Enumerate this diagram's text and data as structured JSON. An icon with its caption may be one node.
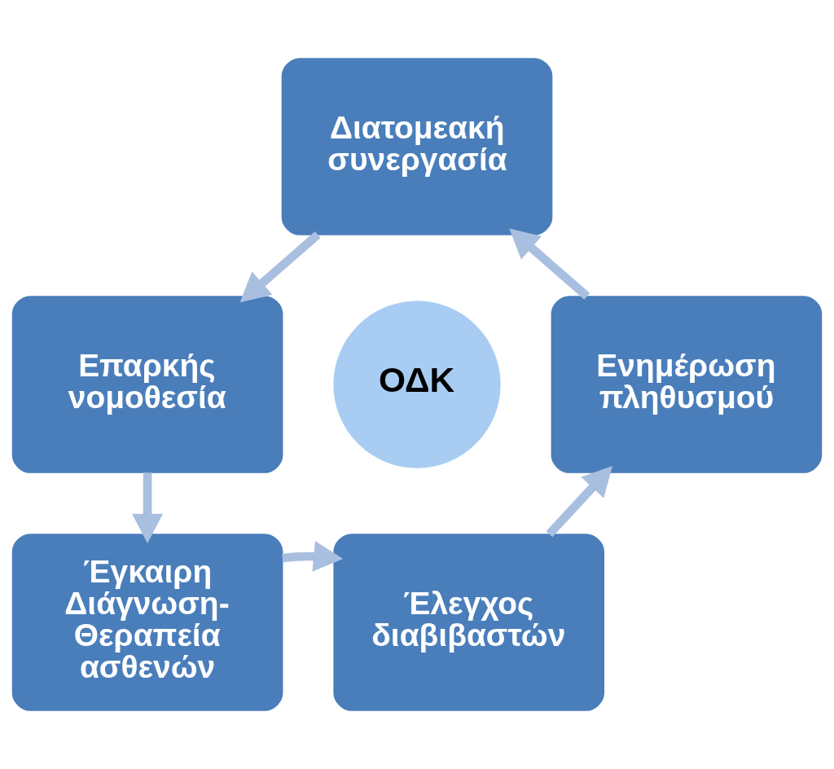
{
  "diagram": {
    "nodes": [
      {
        "text": [
          "Διατομεακή συνεργασία"
        ]
      },
      {
        "text": [
          "Επαρκής νομοθεσία"
        ]
      },
      {
        "text": [
          "Ενημέρωση πληθυσμού"
        ]
      },
      {
        "text": [
          "ΟΔΚ"
        ]
      },
      {
        "text": [
          "Έγκαιρη Διάγνωση- Θεραπεία ασθενών"
        ]
      },
      {
        "text": [
          "Έλεγχος διαβιβαστών"
        ]
      }
    ],
    "edges": [
      {
        "from": 0,
        "to": 1,
        "arrow": "to"
      },
      {
        "from": 1,
        "to": 4,
        "arrow": "to"
      },
      {
        "from": 4,
        "to": 5,
        "arrow": "to"
      },
      {
        "from": 5,
        "to": 2,
        "arrow": "to"
      },
      {
        "from": 2,
        "to": 0,
        "arrow": "to"
      }
    ]
  }
}
